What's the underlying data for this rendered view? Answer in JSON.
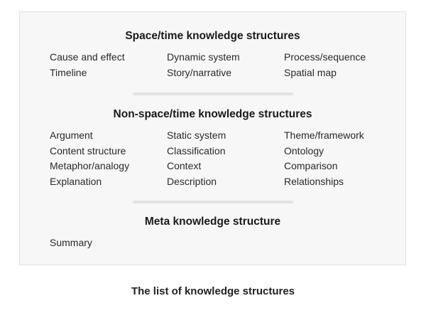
{
  "sections": [
    {
      "title": "Space/time knowledge structures",
      "items": [
        "Cause and effect",
        "Dynamic system",
        "Process/sequence",
        "Timeline",
        "Story/narrative",
        "Spatial map"
      ]
    },
    {
      "title": "Non-space/time knowledge structures",
      "items": [
        "Argument",
        "Static system",
        "Theme/framework",
        "Content structure",
        "Classification",
        "Ontology",
        "Metaphor/analogy",
        "Context",
        "Comparison",
        "Explanation",
        "Description",
        "Relationships"
      ]
    },
    {
      "title": "Meta knowledge structure",
      "items": [
        "Summary"
      ]
    }
  ],
  "caption": "The list of knowledge structures"
}
